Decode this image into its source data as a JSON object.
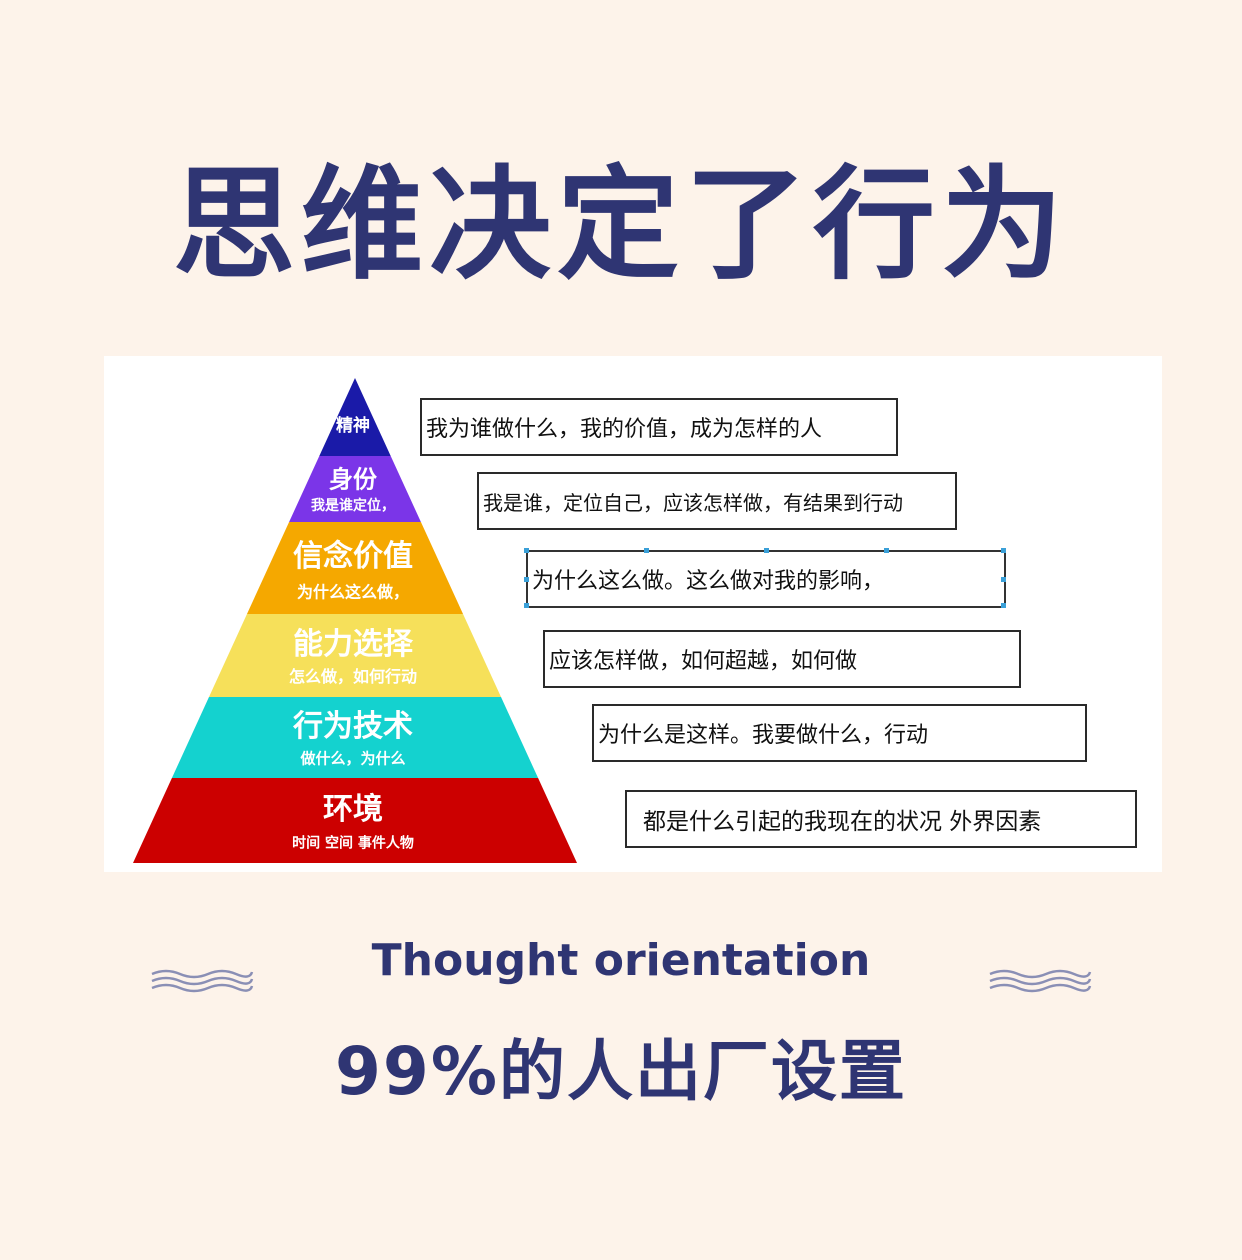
{
  "title": "思维决定了行为",
  "subtitle": "Thought orientation",
  "bottom_text": "99%的人出厂设置",
  "pyramid": [
    {
      "label": "精神",
      "sub": "",
      "color": "#1a1aa8"
    },
    {
      "label": "身份",
      "sub": "我是谁定位，",
      "color": "#7b35e8"
    },
    {
      "label": "信念价值",
      "sub": "为什么这么做，",
      "color": "#f5a800"
    },
    {
      "label": "能力选择",
      "sub": "怎么做，如何行动",
      "color": "#f6e05a"
    },
    {
      "label": "行为技术",
      "sub": "做什么，为什么",
      "color": "#14d2cf"
    },
    {
      "label": "环境",
      "sub": "时间 空间  事件人物",
      "color": "#cc0000"
    }
  ],
  "descriptions": [
    "我为谁做什么，我的价值，成为怎样的人",
    "我是谁，定位自己，应该怎样做，有结果到行动",
    "为什么这么做。这么做对我的影响，",
    "应该怎样做，如何超越，如何做",
    "为什么是这样。我要做什么，行动",
    "都是什么引起的我现在的状况  外界因素"
  ],
  "colors": {
    "accent": "#2f3573",
    "background": "#fdf3ea"
  }
}
